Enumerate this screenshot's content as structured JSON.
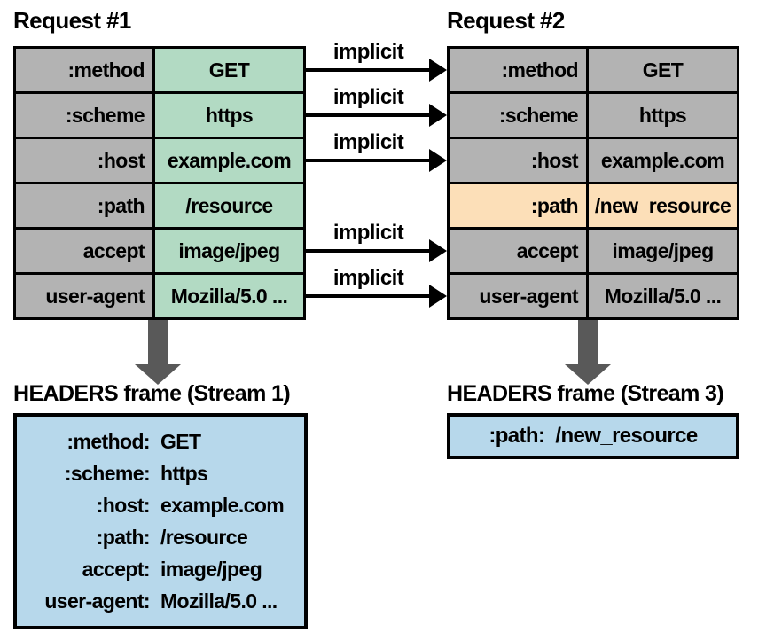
{
  "colors": {
    "gray": "#b3b3b3",
    "green": "#b2dac3",
    "peach": "#fcdfb8",
    "blue": "#b7d8eb",
    "arrow": "#595959"
  },
  "request1": {
    "title": "Request #1",
    "rows": [
      {
        "key": ":method",
        "value": "GET"
      },
      {
        "key": ":scheme",
        "value": "https"
      },
      {
        "key": ":host",
        "value": "example.com"
      },
      {
        "key": ":path",
        "value": "/resource"
      },
      {
        "key": "accept",
        "value": "image/jpeg"
      },
      {
        "key": "user-agent",
        "value": "Mozilla/5.0 ..."
      }
    ]
  },
  "request2": {
    "title": "Request #2",
    "rows": [
      {
        "key": ":method",
        "value": "GET"
      },
      {
        "key": ":scheme",
        "value": "https"
      },
      {
        "key": ":host",
        "value": "example.com"
      },
      {
        "key": ":path",
        "value": "/new_resource",
        "highlight": "true"
      },
      {
        "key": "accept",
        "value": "image/jpeg"
      },
      {
        "key": "user-agent",
        "value": "Mozilla/5.0 ..."
      }
    ]
  },
  "arrows": {
    "label": "implicit"
  },
  "frame1": {
    "title": "HEADERS frame (Stream 1)",
    "rows": [
      {
        "key": ":method:",
        "value": "GET"
      },
      {
        "key": ":scheme:",
        "value": "https"
      },
      {
        "key": ":host:",
        "value": "example.com"
      },
      {
        "key": ":path:",
        "value": "/resource"
      },
      {
        "key": "accept:",
        "value": "image/jpeg"
      },
      {
        "key": "user-agent:",
        "value": "Mozilla/5.0 ..."
      }
    ]
  },
  "frame3": {
    "title": "HEADERS frame (Stream 3)",
    "row": {
      "key": ":path:",
      "value": "/new_resource"
    }
  }
}
